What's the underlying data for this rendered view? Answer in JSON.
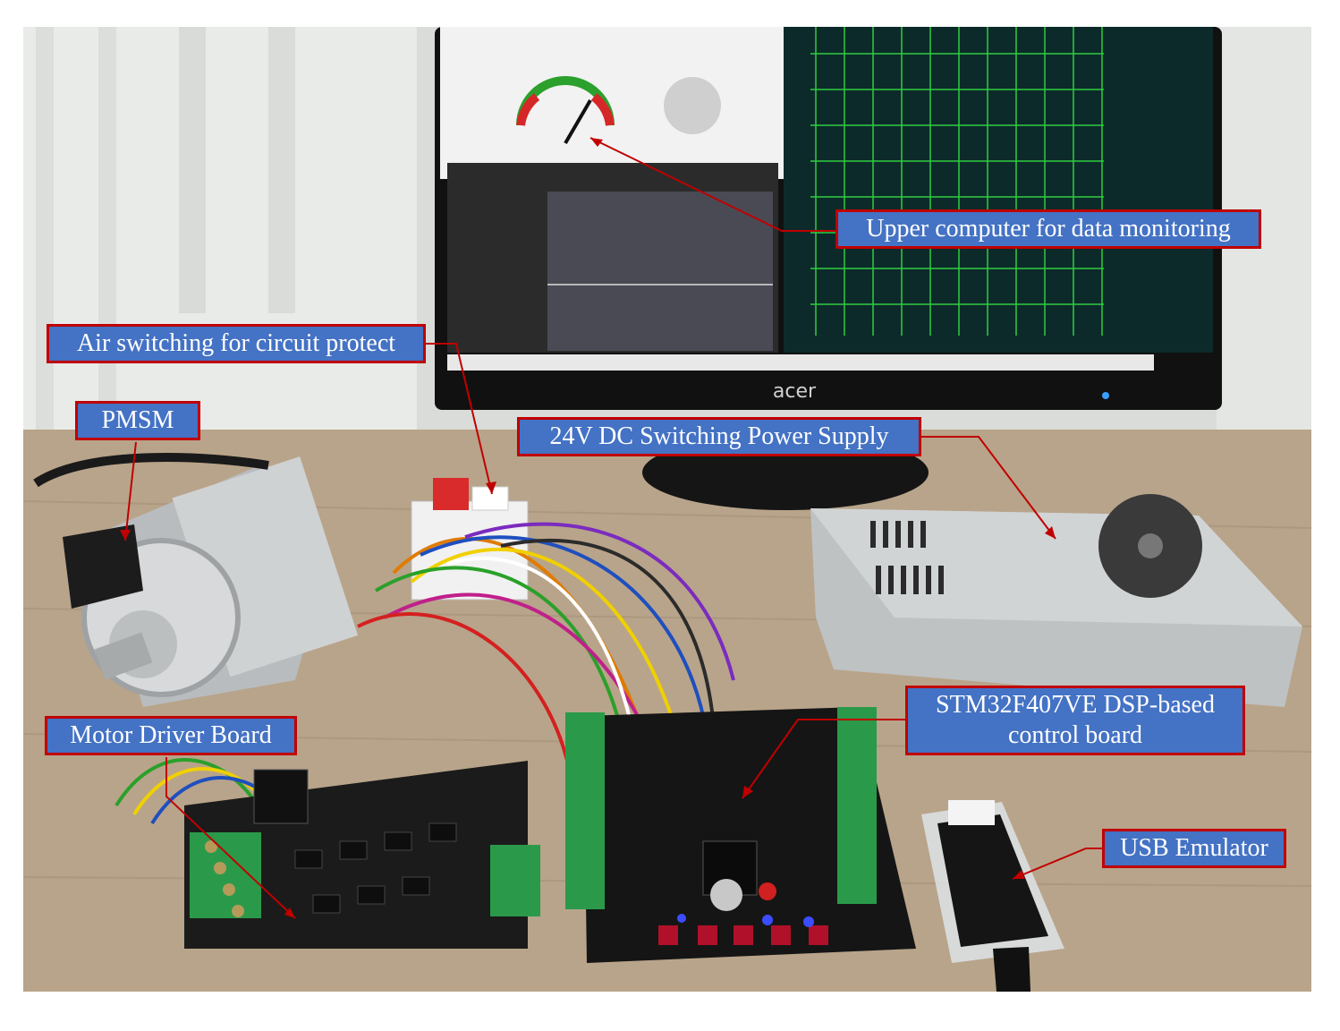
{
  "labels": {
    "upper_computer": "Upper computer for data monitoring",
    "air_switch": "Air switching for circuit protect",
    "pmsm": "PMSM",
    "power_supply": "24V DC Switching Power Supply",
    "control_board_line1": "STM32F407VE DSP-based",
    "control_board_line2": "control board",
    "motor_driver": "Motor Driver Board",
    "usb_emulator": "USB Emulator"
  },
  "monitor_brand": "acer",
  "colors": {
    "label_fill": "#4472c4",
    "label_border": "#c00000",
    "arrow": "#c00000",
    "graph_grid": "#2ecc40",
    "graph_bg": "#0d2a2a"
  }
}
